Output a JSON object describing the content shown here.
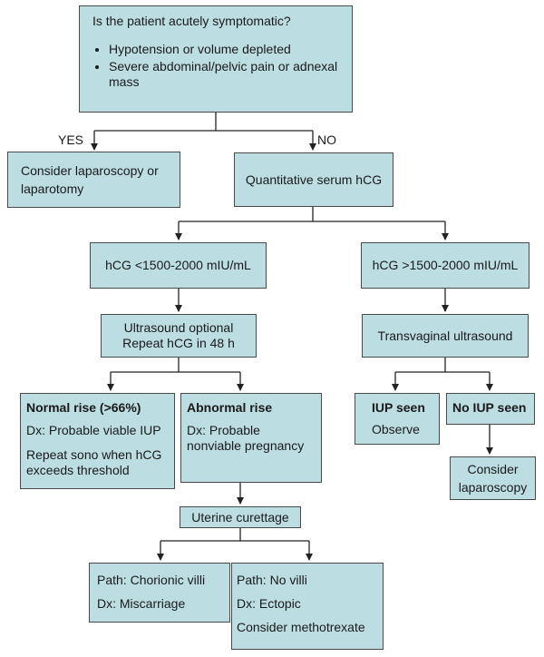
{
  "root": {
    "question": "Is the patient acutely symptomatic?",
    "bullets": [
      "Hypotension or volume depleted",
      "Severe abdominal/pelvic pain or adnexal mass"
    ]
  },
  "branch_labels": {
    "yes": "YES",
    "no": "NO"
  },
  "consider_surgery": "Consider laparoscopy or laparotomy",
  "quant_hcg": "Quantitative serum hCG",
  "hcg_low": "hCG <1500-2000 mIU/mL",
  "hcg_high": "hCG >1500-2000 mIU/mL",
  "ultrasound_optional": {
    "line1": "Ultrasound optional",
    "line2": "Repeat hCG in 48 h"
  },
  "transvaginal": "Transvaginal ultrasound",
  "normal_rise": {
    "title": "Normal rise (>66%)",
    "dx": "Dx: Probable viable IUP",
    "note": "Repeat sono when hCG exceeds threshold"
  },
  "abnormal_rise": {
    "title": "Abnormal rise",
    "dx": "Dx: Probable nonviable pregnancy"
  },
  "iup_seen": {
    "title": "IUP seen",
    "action": "Observe"
  },
  "no_iup": {
    "title": "No IUP seen"
  },
  "consider_lap": "Consider laparoscopy",
  "curettage": "Uterine curettage",
  "villi": {
    "path": "Path: Chorionic villi",
    "dx": "Dx: Miscarriage"
  },
  "no_villi": {
    "path": "Path: No villi",
    "dx": "Dx: Ectopic",
    "plan": "Consider methotrexate"
  }
}
